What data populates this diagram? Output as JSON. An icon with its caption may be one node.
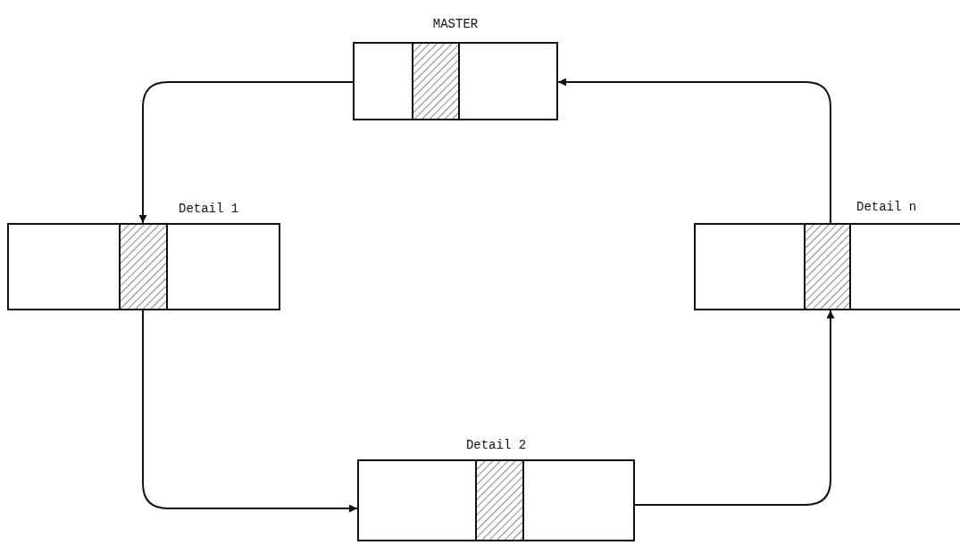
{
  "diagram": {
    "nodes": [
      {
        "text": [
          "MASTER"
        ]
      },
      {
        "text": [
          "Detail 1"
        ]
      },
      {
        "text": [
          "Detail 2"
        ]
      },
      {
        "text": [
          "Detail n"
        ]
      }
    ],
    "edges": [
      {
        "from": 0,
        "to": 1,
        "arrow": "to"
      },
      {
        "from": 1,
        "to": 2,
        "arrow": "to"
      },
      {
        "from": 2,
        "to": 3,
        "arrow": "to"
      },
      {
        "from": 3,
        "to": 0,
        "arrow": "to"
      }
    ]
  }
}
